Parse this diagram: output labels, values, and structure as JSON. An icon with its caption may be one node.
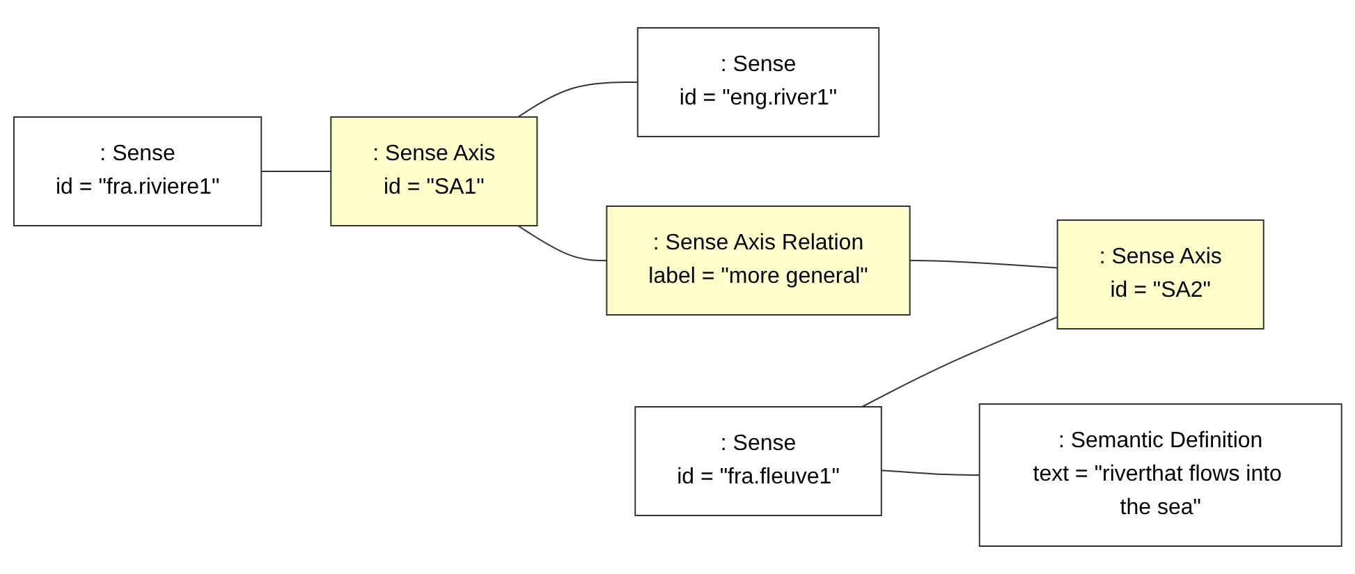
{
  "diagram": {
    "nodes": [
      {
        "text": [
          ": Sense",
          "id = \"fra.riviere1\""
        ]
      },
      {
        "text": [
          ": Sense Axis",
          "id = \"SA1\""
        ]
      },
      {
        "text": [
          ": Sense",
          "id = \"eng.river1\""
        ]
      },
      {
        "text": [
          ": Sense Axis Relation",
          "label = \"more general\""
        ]
      },
      {
        "text": [
          ": Sense",
          "id = \"fra.fleuve1\""
        ]
      },
      {
        "text": [
          ": Sense Axis",
          "id = \"SA2\""
        ]
      },
      {
        "text": [
          ": Semantic Definition",
          "text = \"riverthat flows into the sea\""
        ]
      }
    ],
    "edges": [
      {
        "from": 0,
        "to": 1,
        "arrow": "none"
      },
      {
        "from": 1,
        "to": 2,
        "arrow": "none"
      },
      {
        "from": 1,
        "to": 3,
        "arrow": "none"
      },
      {
        "from": 3,
        "to": 5,
        "arrow": "none"
      },
      {
        "from": 4,
        "to": 5,
        "arrow": "none"
      },
      {
        "from": 4,
        "to": 6,
        "arrow": "none"
      }
    ]
  }
}
